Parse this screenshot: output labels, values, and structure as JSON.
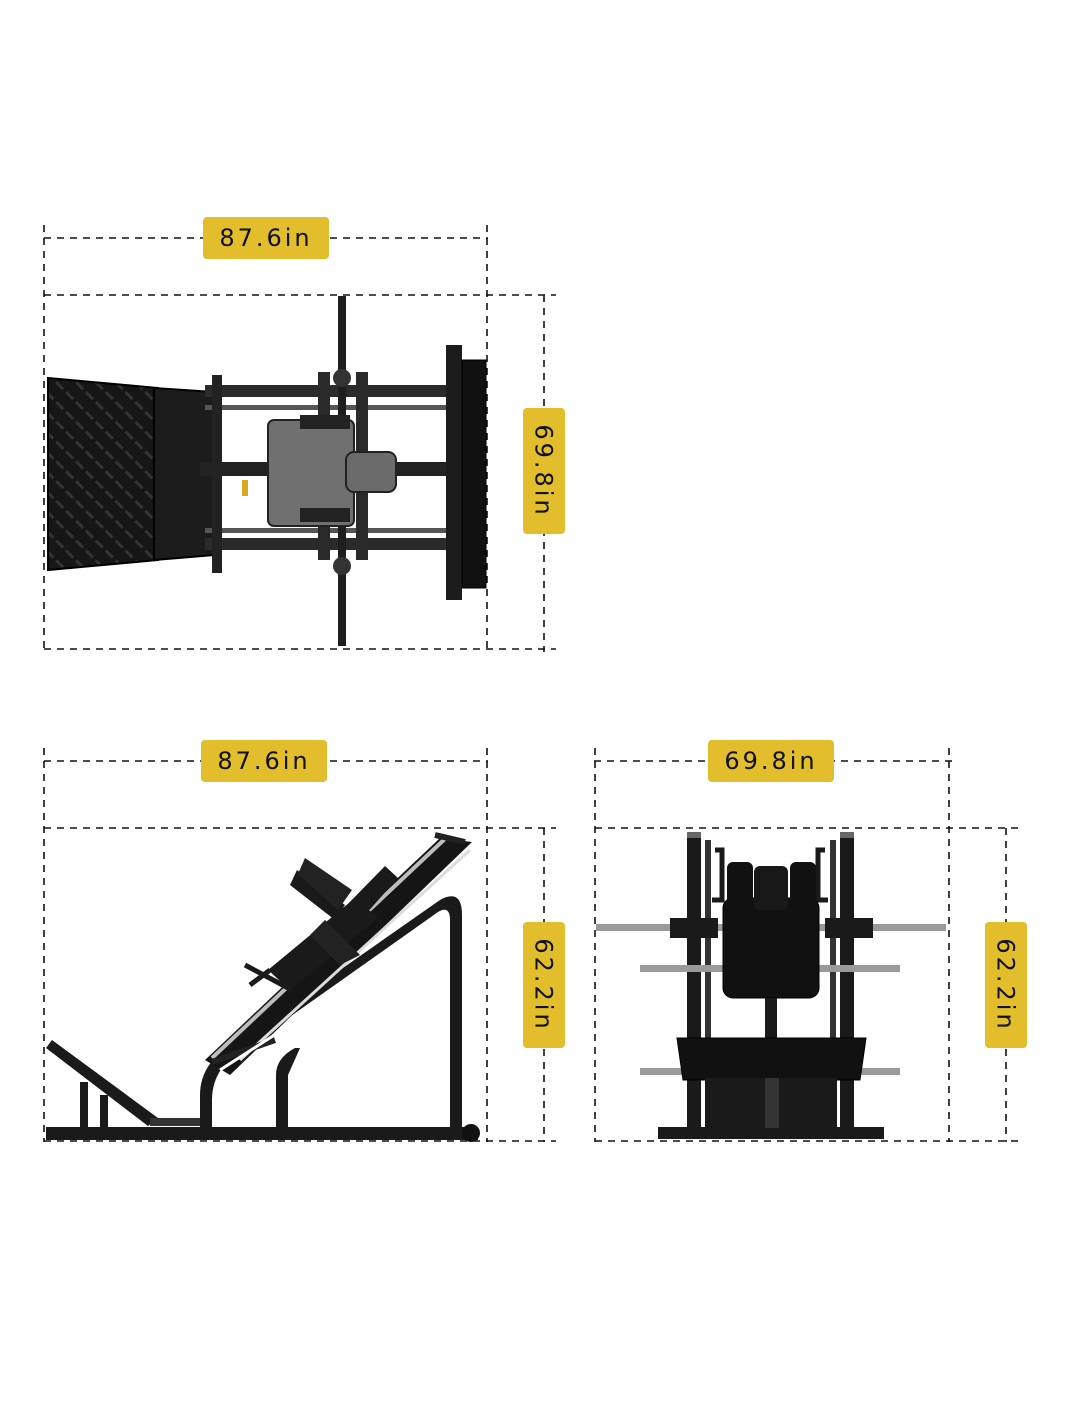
{
  "dimensions": {
    "top_view_width": "87.6in",
    "top_view_depth": "69.8in",
    "side_view_width": "87.6in",
    "side_view_height": "62.2in",
    "front_view_width": "69.8in",
    "front_view_height": "62.2in"
  },
  "colors": {
    "label_bg": "#e2bd2c",
    "machine": "#1a1a1a",
    "seat": "#6b6b6b",
    "dash": "#111111"
  }
}
